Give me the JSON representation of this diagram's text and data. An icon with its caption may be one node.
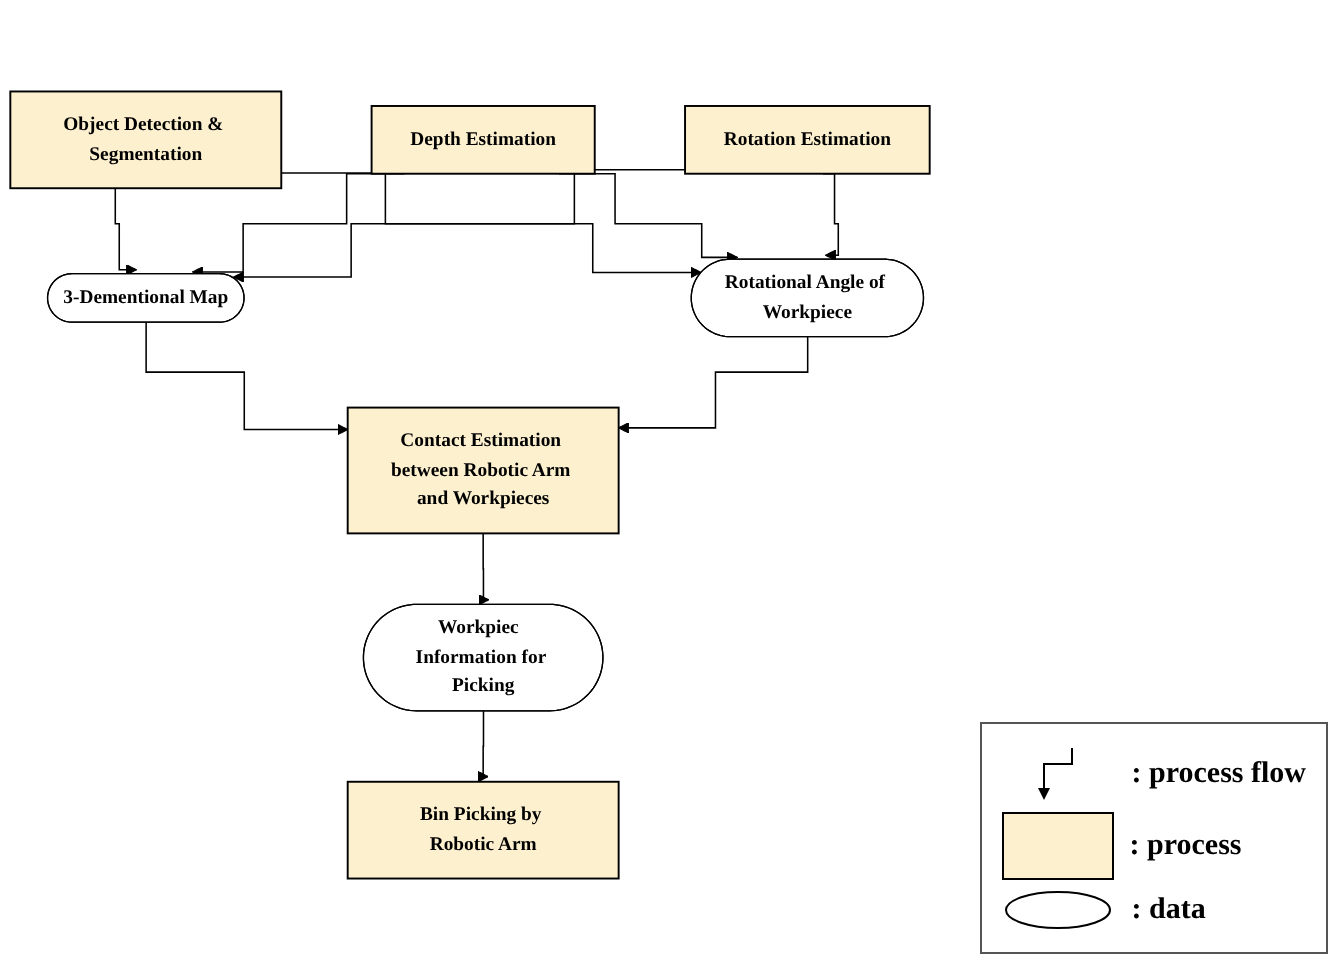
{
  "diagram": {
    "nodes": [
      {
        "text": [
          "Object Detection & Segmentation"
        ]
      },
      {
        "text": [
          "Depth Estimation"
        ]
      },
      {
        "text": [
          "Rotation Estimation"
        ]
      },
      {
        "text": [
          "3-Dementional Map"
        ]
      },
      {
        "text": [
          "Rotational Angle of Workpiece"
        ]
      },
      {
        "text": [
          "Contact Estimation between Robotic Arm and Workpieces"
        ]
      },
      {
        "text": [
          "Workpiec  Information for Picking"
        ]
      },
      {
        "text": [
          "Bin Picking by Robotic Arm"
        ]
      }
    ],
    "edges": [
      {
        "from": 0,
        "to": 3,
        "arrow": "to"
      },
      {
        "from": 0,
        "to": 4,
        "arrow": "to"
      },
      {
        "from": 1,
        "to": 3,
        "arrow": "to"
      },
      {
        "from": 1,
        "to": 4,
        "arrow": "to"
      },
      {
        "from": 2,
        "to": 3,
        "arrow": "to"
      },
      {
        "from": 2,
        "to": 4,
        "arrow": "to"
      },
      {
        "from": 3,
        "to": 5,
        "arrow": "to"
      },
      {
        "from": 4,
        "to": 5,
        "arrow": "to"
      },
      {
        "from": 5,
        "to": 6,
        "arrow": "to"
      },
      {
        "from": 6,
        "to": 7,
        "arrow": "to"
      }
    ],
    "legend": [
      {
        "text": ": process flow"
      },
      {
        "text": ": process",
        "color": "#fdf0cf"
      },
      {
        "text": ": data"
      }
    ]
  }
}
